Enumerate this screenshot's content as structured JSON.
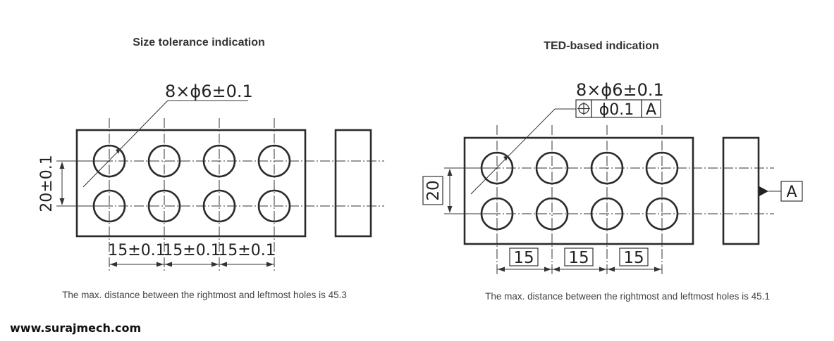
{
  "left_panel": {
    "title": "Size tolerance indication",
    "hole_callout": "8×ϕ6±0.1",
    "vertical_dimension": "20±0.1",
    "horizontal_dimensions": [
      "15±0.1",
      "15±0.1",
      "15±0.1"
    ],
    "caption": "The max. distance between the rightmost and leftmost holes is 45.3"
  },
  "right_panel": {
    "title": "TED-based indication",
    "hole_callout": "8×ϕ6±0.1",
    "feature_control_frame": {
      "symbol": "position-icon",
      "tolerance": "ϕ0.1",
      "datum": "A"
    },
    "vertical_dimension": "20",
    "horizontal_dimensions": [
      "15",
      "15",
      "15"
    ],
    "datum_label": "A",
    "caption": "The max. distance between the rightmost and leftmost holes is 45.1"
  },
  "website": "www.surajmech.com"
}
